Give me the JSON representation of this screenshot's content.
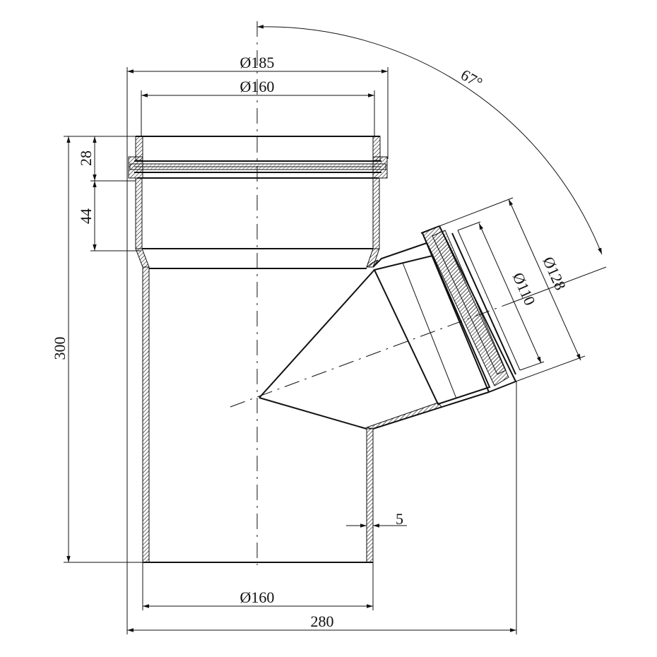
{
  "drawing": {
    "dimensions": {
      "socket_outer_diameter": "Ø185",
      "socket_inner_diameter": "Ø160",
      "socket_ring_height": "28",
      "socket_depth": "44",
      "total_height": "300",
      "branch_outer_diameter": "Ø128",
      "branch_inner_diameter": "Ø110",
      "branch_angle": "67°",
      "wall_thickness": "5",
      "spigot_diameter": "Ø160",
      "total_width": "280"
    }
  }
}
